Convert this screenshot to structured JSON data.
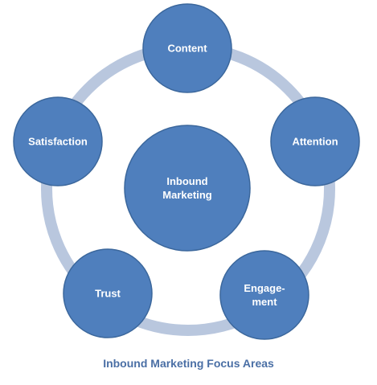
{
  "diagram": {
    "center": {
      "lines": [
        "Inbound",
        "Marketing"
      ]
    },
    "nodes": [
      {
        "id": "content",
        "lines": [
          "Content"
        ]
      },
      {
        "id": "attention",
        "lines": [
          "Attention"
        ]
      },
      {
        "id": "engagement",
        "lines": [
          "Engage-",
          "ment"
        ]
      },
      {
        "id": "trust",
        "lines": [
          "Trust"
        ]
      },
      {
        "id": "satisfaction",
        "lines": [
          "Satisfaction"
        ]
      }
    ],
    "caption": "Inbound Marketing Focus Areas"
  },
  "colors": {
    "node_fill": "#4f7fbd",
    "node_stroke": "#3b679c",
    "ring": "#b9c7de",
    "caption": "#4a6fa5"
  }
}
